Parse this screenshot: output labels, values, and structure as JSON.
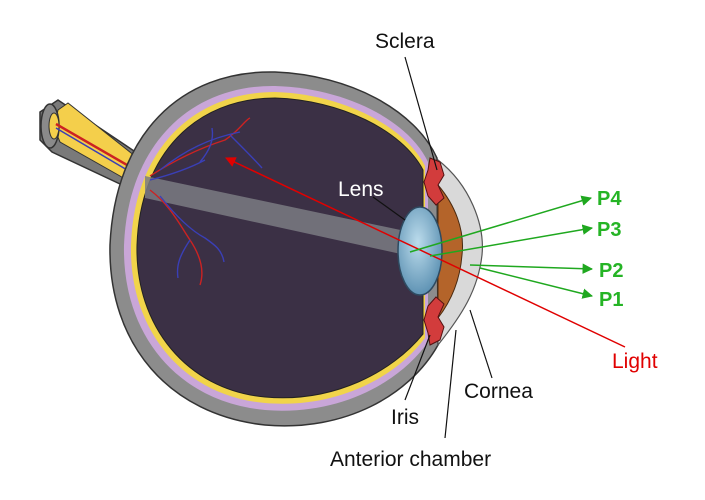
{
  "labels": {
    "sclera": "Sclera",
    "lens": "Lens",
    "light": "Light",
    "cornea": "Cornea",
    "iris": "Iris",
    "anterior_chamber": "Anterior chamber",
    "p4": "P4",
    "p3": "P3",
    "p2": "P2",
    "p1": "P1"
  },
  "colors": {
    "background": "#ffffff",
    "sclera": "#8c8c8c",
    "choroid": "#c9a6d8",
    "retina": "#f1d44a",
    "vitreous": "#3b3045",
    "optic_nerve": "#f4cf4b",
    "lens": "#7fb2d0",
    "cornea": "#d9d9d9",
    "iris": "#d23c3c",
    "ciliary": "#b4642a",
    "vessels_red": "#cc2222",
    "vessels_blue": "#3a3fb6",
    "light_ray": "#e00000",
    "purkinje_rays": "#1fa81f",
    "purkinje_labels": "#25b425",
    "label_text": "#111111"
  },
  "icons": [
    "eye-cross-section"
  ]
}
